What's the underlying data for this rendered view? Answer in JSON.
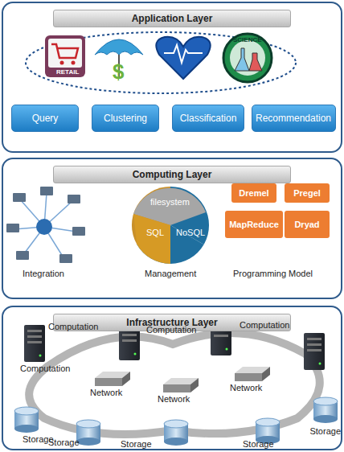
{
  "diagram": {
    "nodes": [
      {
        "text": [
          "Application Layer"
        ]
      },
      {
        "text": [
          "Query"
        ],
        "in": 0
      },
      {
        "text": [
          "Clustering"
        ],
        "in": 0
      },
      {
        "text": [
          "Classification"
        ],
        "in": 0
      },
      {
        "text": [
          "Recommendation"
        ],
        "in": 0
      },
      {
        "text": [
          "Computing Layer"
        ]
      },
      {
        "text": [
          "Dremel"
        ],
        "in": 5
      },
      {
        "text": [
          "Pregel"
        ],
        "in": 5
      },
      {
        "text": [
          "MapReduce"
        ],
        "in": 5
      },
      {
        "text": [
          "Dryad"
        ],
        "in": 5
      },
      {
        "text": [
          "Infrastructure Layer"
        ]
      }
    ],
    "labels": [
      "RETAIL",
      "SCIENCE",
      "filesystem",
      "SQL",
      "NoSQL",
      "Integration",
      "Management",
      "Programming Model",
      "Computation",
      "Computation",
      "Computation",
      "Computation",
      "Network",
      "Network",
      "Network",
      "Storage",
      "Storage",
      "Storage",
      "Storage",
      "Storage"
    ]
  }
}
